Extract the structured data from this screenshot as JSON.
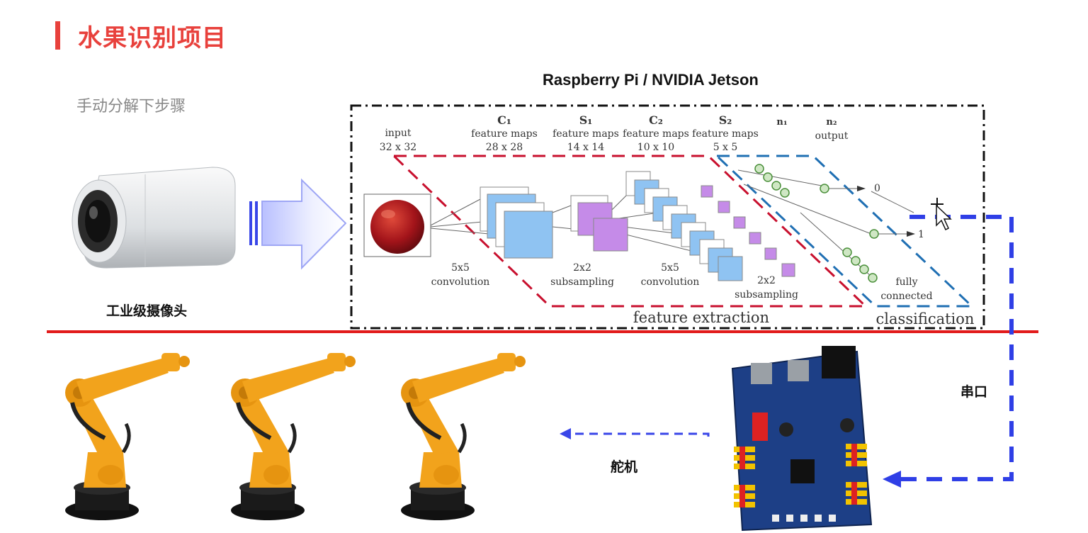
{
  "slide": {
    "title": "水果识别项目",
    "subtitle": "手动分解下步骤",
    "platform_label": "Raspberry Pi / NVIDIA Jetson",
    "camera_label": "工业级摄像头",
    "serial_label": "串口",
    "servo_label": "舵机"
  },
  "diagram": {
    "input_label": "input",
    "input_size": "32 x 32",
    "c1_label": "C₁",
    "c1_sub": "feature maps",
    "c1_size": "28 x 28",
    "s1_label": "S₁",
    "s1_sub": "feature maps",
    "s1_size": "14 x 14",
    "c2_label": "C₂",
    "c2_sub": "feature maps",
    "c2_size": "10 x 10",
    "s2_label": "S₂",
    "s2_sub": "feature maps",
    "s2_size": "5 x 5",
    "n1_label": "n₁",
    "n2_label": "n₂",
    "output_label": "output",
    "conv1": "5x5",
    "conv1_sub": "convolution",
    "sub1": "2x2",
    "sub1_sub": "subsampling",
    "conv2": "5x5",
    "conv2_sub": "convolution",
    "sub2": "2x2",
    "sub2_sub": "subsampling",
    "fc": "fully",
    "fc_sub": "connected",
    "out0": "0",
    "out1": "1",
    "feature_extraction": "feature extraction",
    "classification": "classification"
  },
  "colors": {
    "accent_red": "#e8413c",
    "divider_red": "#e21b1b",
    "arrow_blue": "#2f3fe6",
    "fmap_blue": "#8fc3f2",
    "fmap_purple": "#c58be8",
    "robot_orange": "#f2a31c",
    "pcb_blue": "#1d3f86"
  },
  "icons": [
    "camera-image",
    "flow-arrow-icon",
    "apple-image",
    "robot-arm-image",
    "control-board-image",
    "cursor-icon"
  ]
}
